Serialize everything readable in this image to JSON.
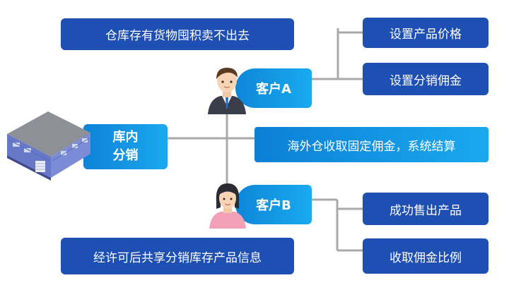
{
  "hub": {
    "line1": "库内",
    "line2": "分销"
  },
  "customer_a": {
    "label": "客户A"
  },
  "customer_b": {
    "label": "客户B"
  },
  "boxes": {
    "top_note": "仓库存有货物囤积卖不出去",
    "set_price": "设置产品价格",
    "set_commission": "设置分销佣金",
    "settlement": "海外仓收取固定佣金，系统结算",
    "sold": "成功售出产品",
    "commission_ratio": "收取佣金比例",
    "bottom_note": "经许可后共享分销库存产品信息"
  },
  "colors": {
    "dark_blue": "#1e4fb3",
    "cyan_blue": "#19aaf0",
    "connector_gray": "#a9a9a9"
  },
  "icons": [
    "warehouse-icon",
    "businessman-icon",
    "businesswoman-icon"
  ]
}
